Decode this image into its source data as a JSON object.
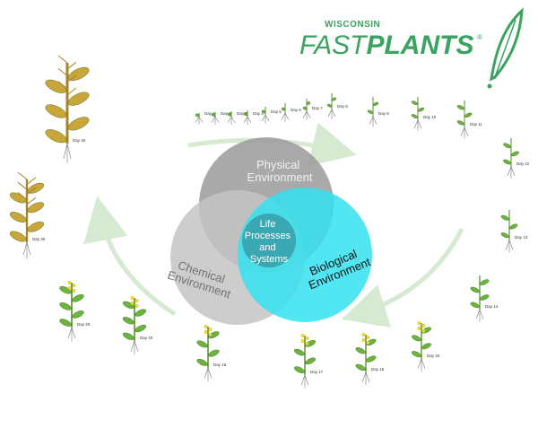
{
  "logo": {
    "line1": "WISCONSIN",
    "line2_part1": "FAST",
    "line2_part2": "PLANTS",
    "registered": "®",
    "mark_icon": "leaf-icon"
  },
  "venn": {
    "physical": "Physical Environment",
    "chemical": "Chemical Environment",
    "biological": "Biological Environment",
    "center": "Life Processes and Systems",
    "colors": {
      "physical": "#9a9a9a",
      "chemical": "#c4c4c4",
      "biological": "#34e0f0",
      "center_text": "#ffffff"
    }
  },
  "days": [
    "Day 1",
    "Day 2",
    "Day 3",
    "Day 4",
    "Day 5",
    "Day 6",
    "Day 7",
    "Day 8",
    "Day 9",
    "Day 10",
    "Day 11",
    "Day 12",
    "Day 13",
    "Day 14",
    "Day 15",
    "Day 16",
    "Day 17",
    "Day 18",
    "Day 19",
    "Day 20",
    "Day 30",
    "Day 40"
  ],
  "cycle_arrows": {
    "color": "#d5ead0"
  }
}
